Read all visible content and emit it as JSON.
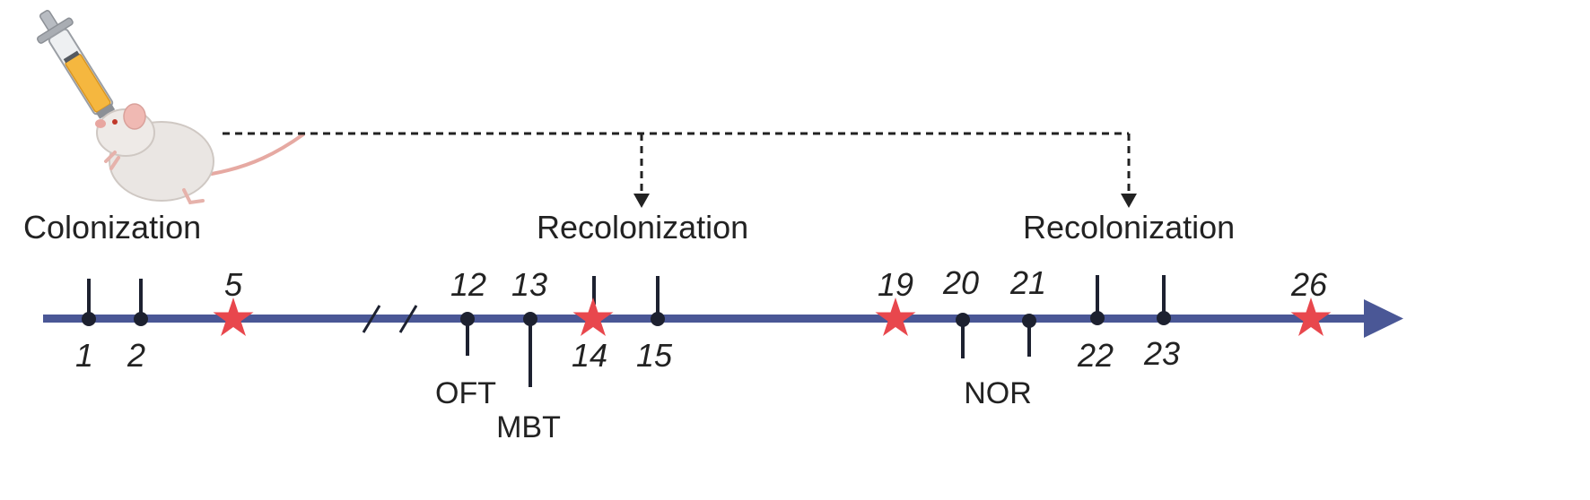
{
  "phases": [
    "Colonization",
    "Recolonization",
    "Recolonization"
  ],
  "days": {
    "d1": "1",
    "d2": "2",
    "d5": "5",
    "d12": "12",
    "d13": "13",
    "d14": "14",
    "d15": "15",
    "d19": "19",
    "d20": "20",
    "d21": "21",
    "d22": "22",
    "d23": "23",
    "d26": "26"
  },
  "tests": [
    "OFT",
    "MBT",
    "NOR"
  ],
  "icons": {
    "animal": "mouse-icon",
    "injection": "syringe-icon",
    "marker": "star-icon",
    "axis_break": "axis-break-icon"
  },
  "colors": {
    "axis": "#4a5796",
    "star": "#e8474d",
    "tick": "#1d2130",
    "dashed": "#222222",
    "text": "#222222"
  }
}
